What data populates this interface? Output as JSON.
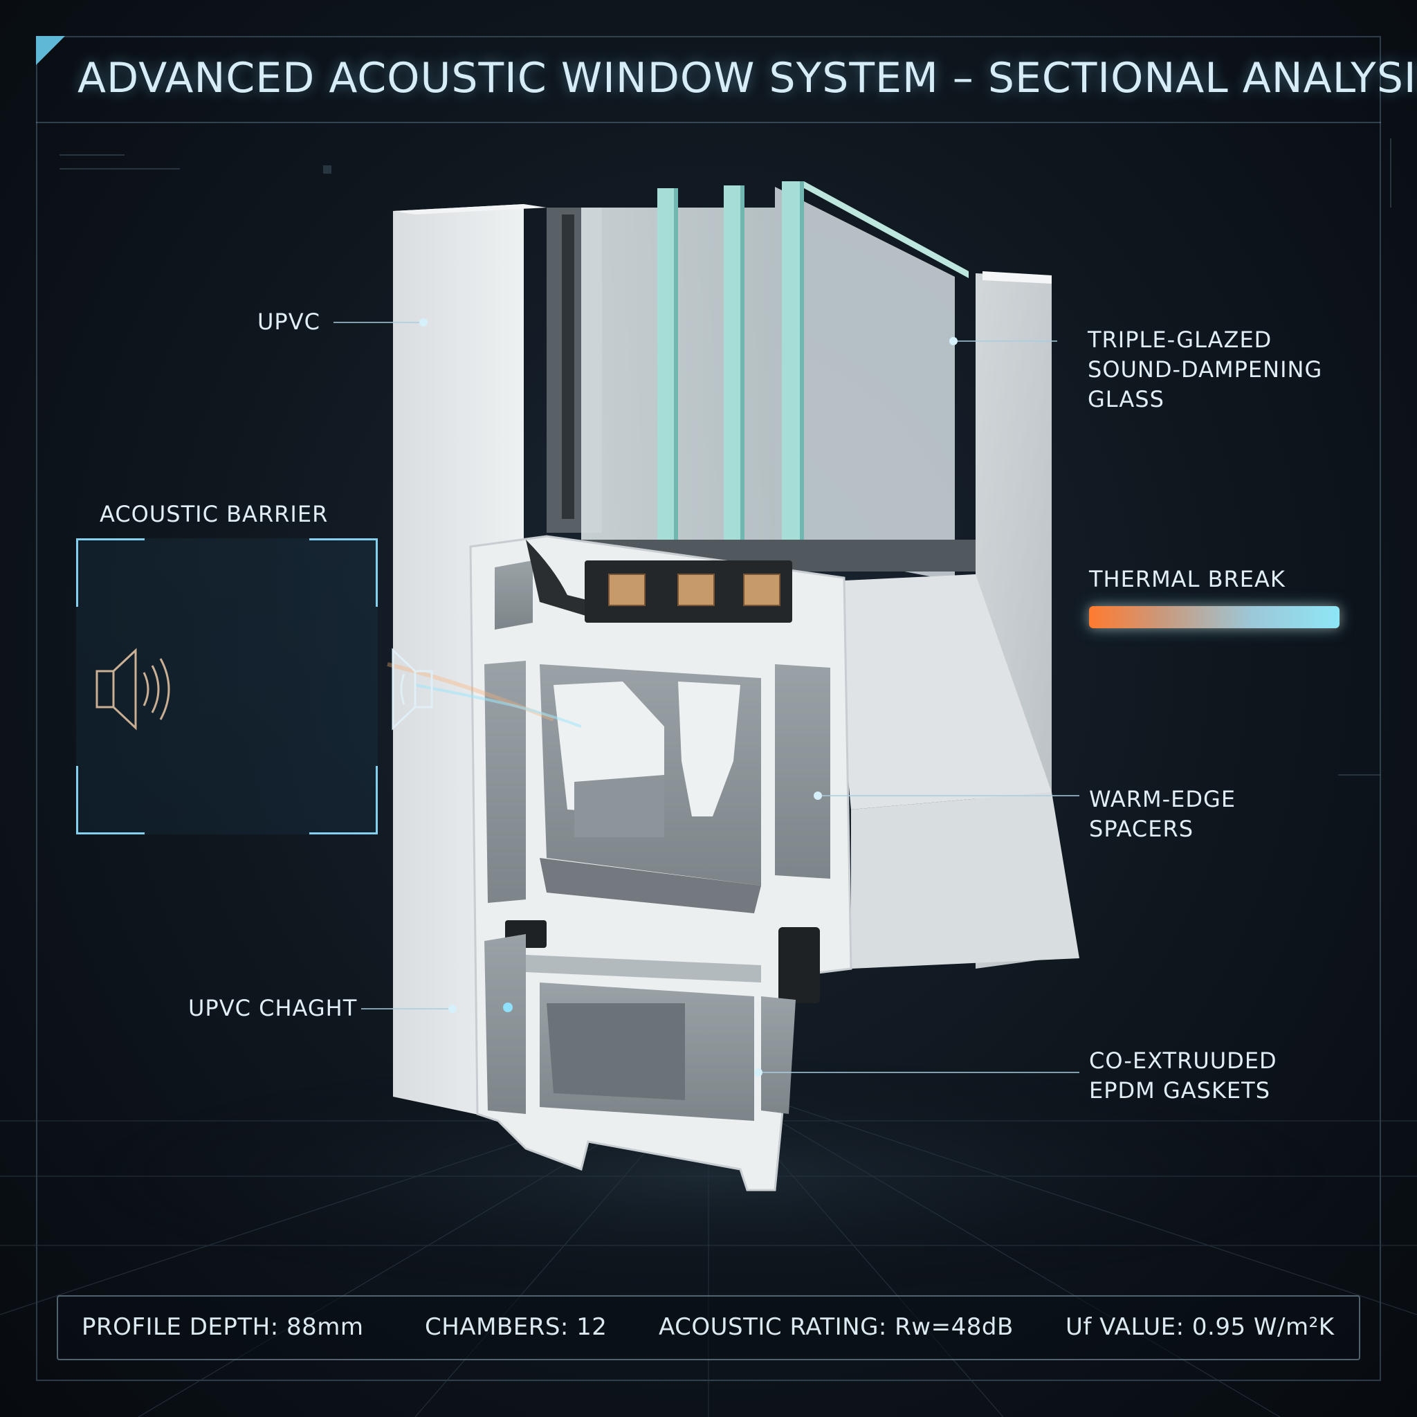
{
  "title": "ADVANCED ACOUSTIC WINDOW SYSTEM – SECTIONAL ANALYSIS",
  "callouts": {
    "upvc": "UPVC",
    "upvc_chaght": "UPVC CHAGHT",
    "triple_glazed": [
      "TRIPLE-GLAZED",
      "SOUND-DAMPENING",
      "GLASS"
    ],
    "thermal_break": "THERMAL BREAK",
    "warm_edge": [
      "WARM-EDGE",
      "SPACERS"
    ],
    "gaskets": [
      "CO-EXTRUUDED",
      "EPDM GASKETS"
    ],
    "acoustic_barrier": "ACOUSTIC BARRIER"
  },
  "specs": {
    "profile_depth": "PROFILE DEPTH: 88mm",
    "chambers": "CHAMBERS: 12",
    "acoustic_rating": "ACOUSTIC RATING: Rw=48dB",
    "uf_value": "Uf VALUE: 0.95 W/m²K"
  },
  "colors": {
    "accent": "#7fd3f0",
    "warm": "#ff7a30",
    "profile": "#e4e8ea",
    "glass": "#a6ddd6",
    "background": "#0b1117"
  },
  "icons": [
    "speaker-icon-left",
    "speaker-icon-right",
    "sound-wave"
  ]
}
